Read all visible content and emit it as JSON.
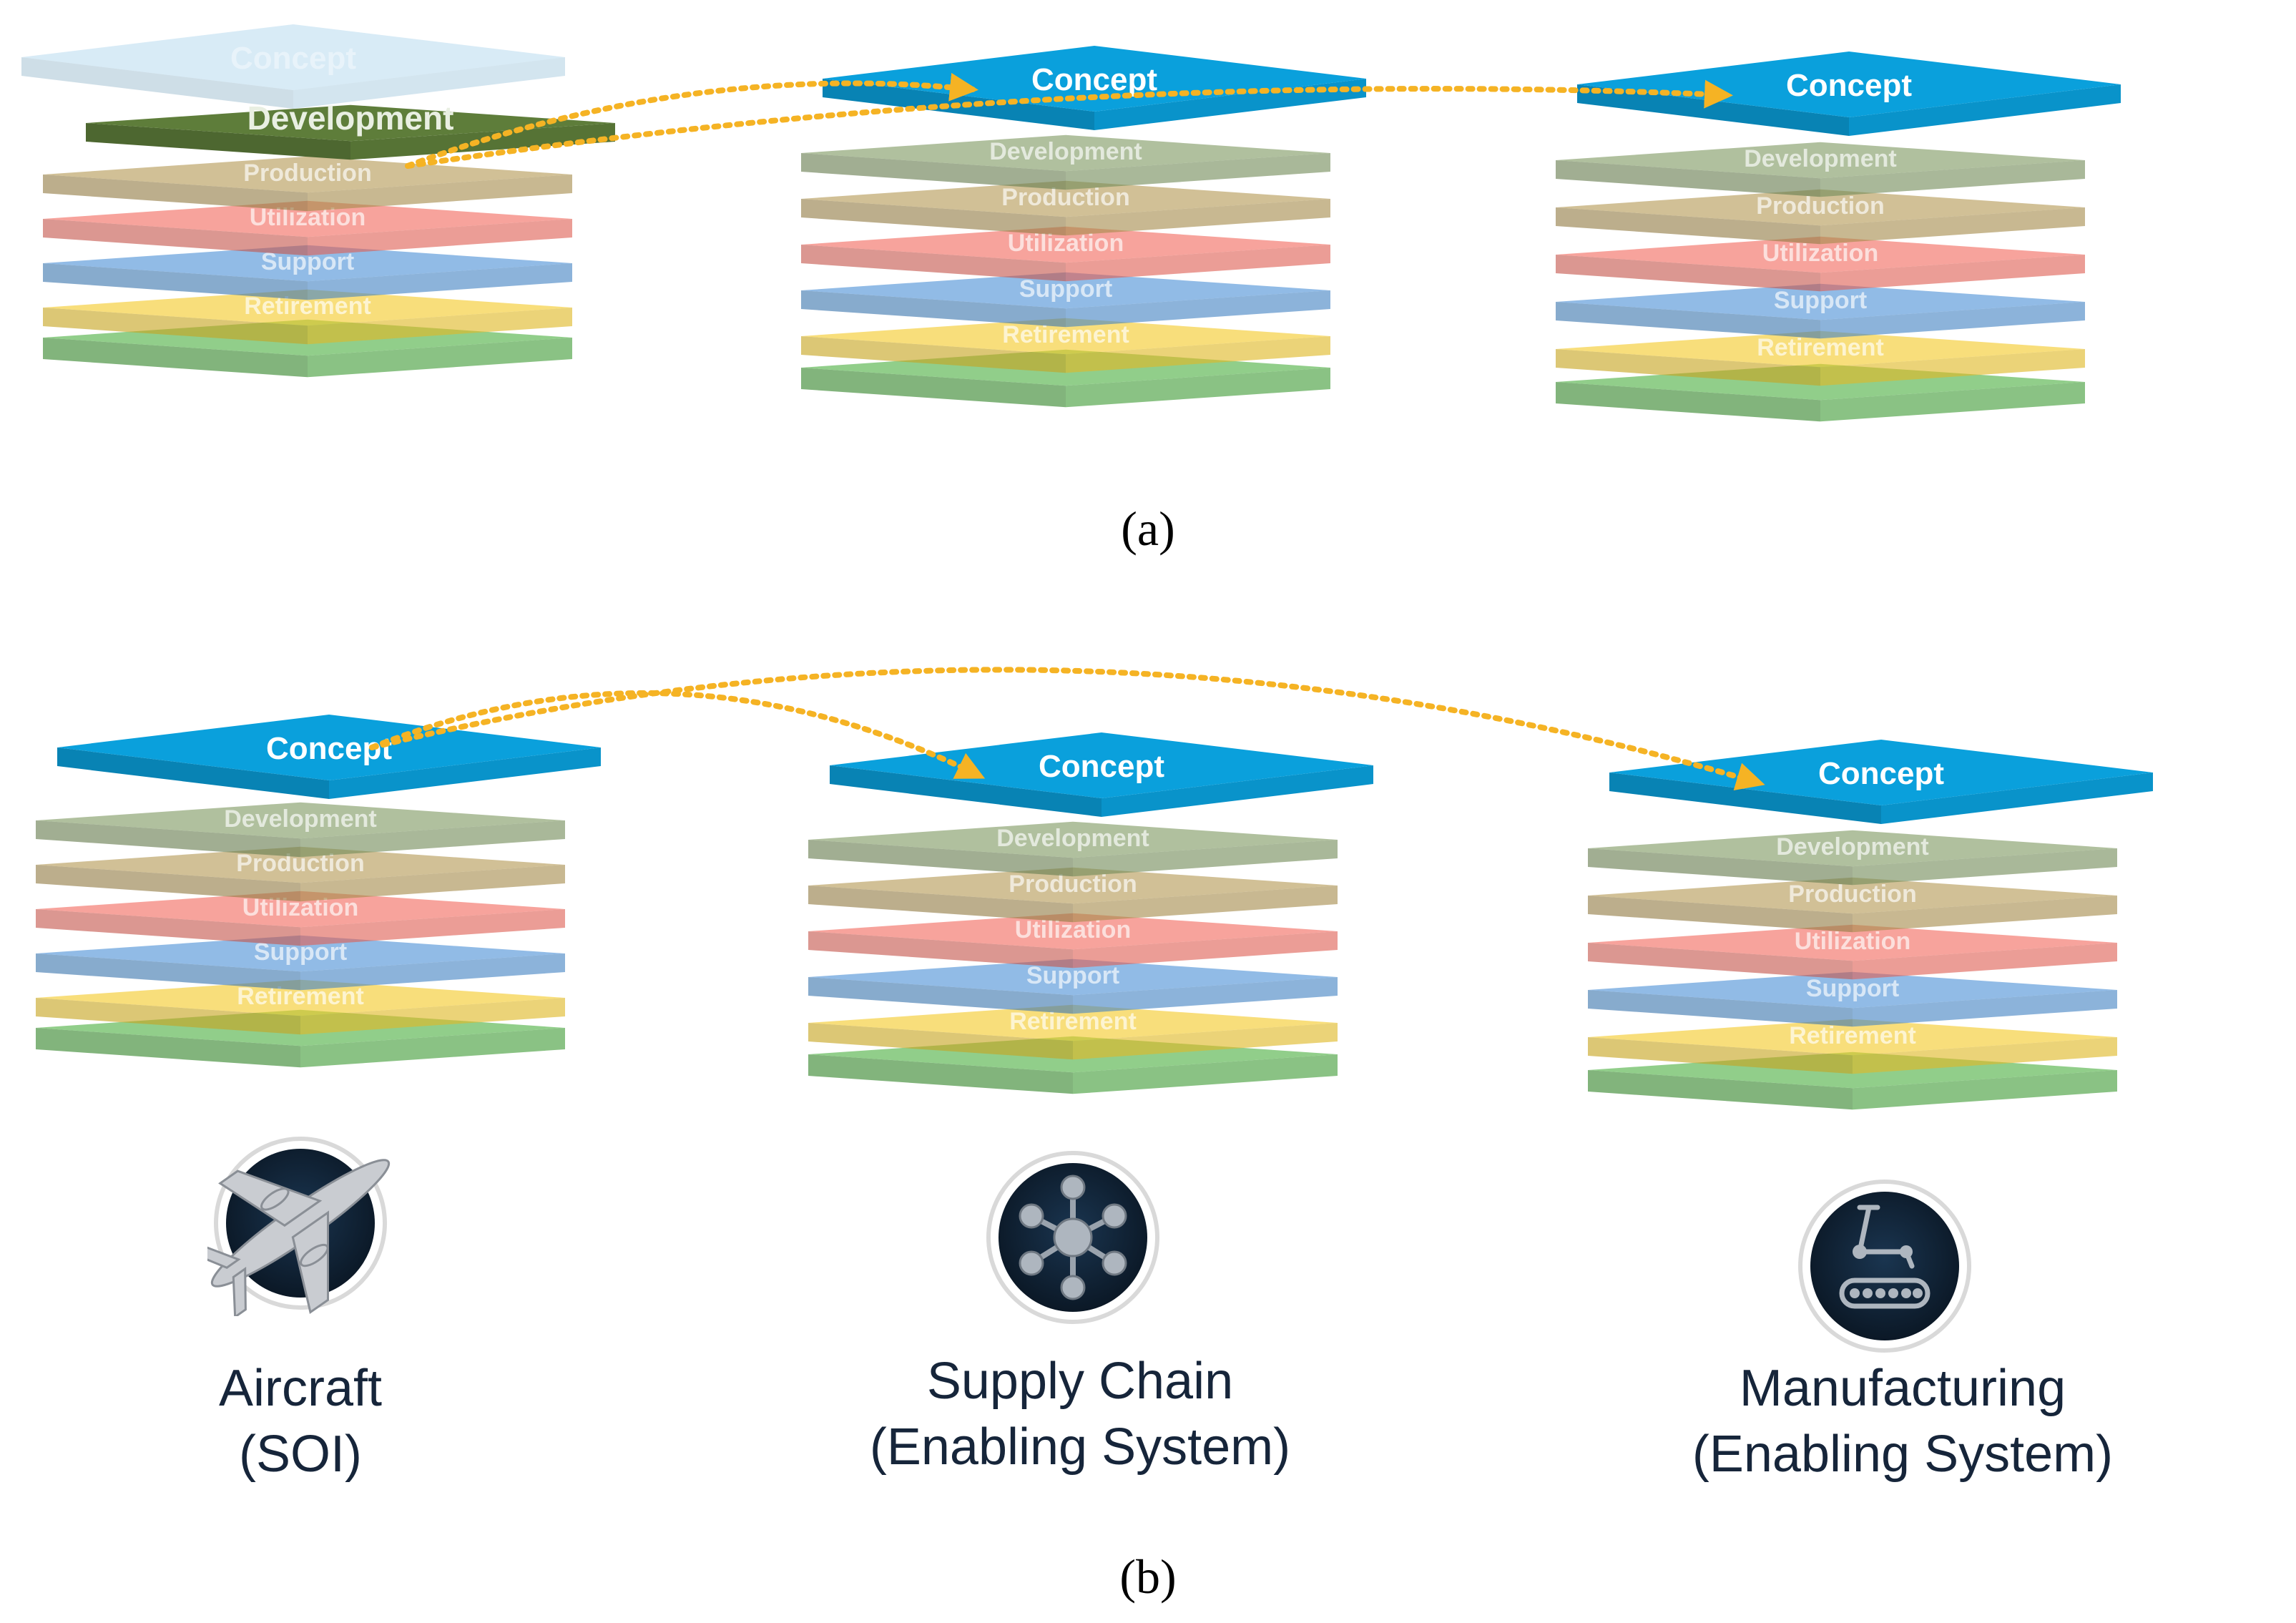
{
  "panels": [
    {
      "label": "(a)",
      "stacks": [
        {
          "id": "a1",
          "variant": "lifted",
          "layers": [
            "Concept",
            "Development",
            "Production",
            "Utilization",
            "Support",
            "Retirement"
          ]
        },
        {
          "id": "a2",
          "variant": "top",
          "layers": [
            "Concept",
            "Development",
            "Production",
            "Utilization",
            "Support",
            "Retirement"
          ]
        },
        {
          "id": "a3",
          "variant": "top",
          "layers": [
            "Concept",
            "Development",
            "Production",
            "Utilization",
            "Support",
            "Retirement"
          ]
        }
      ],
      "arrows": [
        {
          "from": "a1.Development",
          "to": "a2.Concept",
          "style": "dotted"
        },
        {
          "from": "a1.Development",
          "to": "a3.Concept",
          "style": "dotted"
        }
      ]
    },
    {
      "label": "(b)",
      "stacks": [
        {
          "id": "b1",
          "variant": "top",
          "layers": [
            "Concept",
            "Development",
            "Production",
            "Utilization",
            "Support",
            "Retirement"
          ],
          "system": {
            "line1": "Aircraft",
            "line2": "(SOI)",
            "icon": "airplane-icon"
          }
        },
        {
          "id": "b2",
          "variant": "top",
          "layers": [
            "Concept",
            "Development",
            "Production",
            "Utilization",
            "Support",
            "Retirement"
          ],
          "system": {
            "line1": "Supply Chain",
            "line2": "(Enabling System)",
            "icon": "network-hub-icon"
          }
        },
        {
          "id": "b3",
          "variant": "top",
          "layers": [
            "Concept",
            "Development",
            "Production",
            "Utilization",
            "Support",
            "Retirement"
          ],
          "system": {
            "line1": "Manufacturing",
            "line2": "(Enabling System)",
            "icon": "robot-arm-conveyor-icon"
          }
        }
      ],
      "arrows": [
        {
          "from": "b1.Concept",
          "to": "b2.Concept",
          "style": "dotted"
        },
        {
          "from": "b1.Concept",
          "to": "b3.Concept",
          "style": "dotted"
        }
      ]
    }
  ],
  "colors": {
    "Concept": "#0aa0dc",
    "Development": "#7f9a63",
    "Production": "#b59a55",
    "Utilization": "#f26b5f",
    "Support": "#4d92d6",
    "Retirement": "#f3c92a",
    "Base": "#6cbd63",
    "Arrow": "#f5b324",
    "IconBadge": "#0e1f30"
  }
}
